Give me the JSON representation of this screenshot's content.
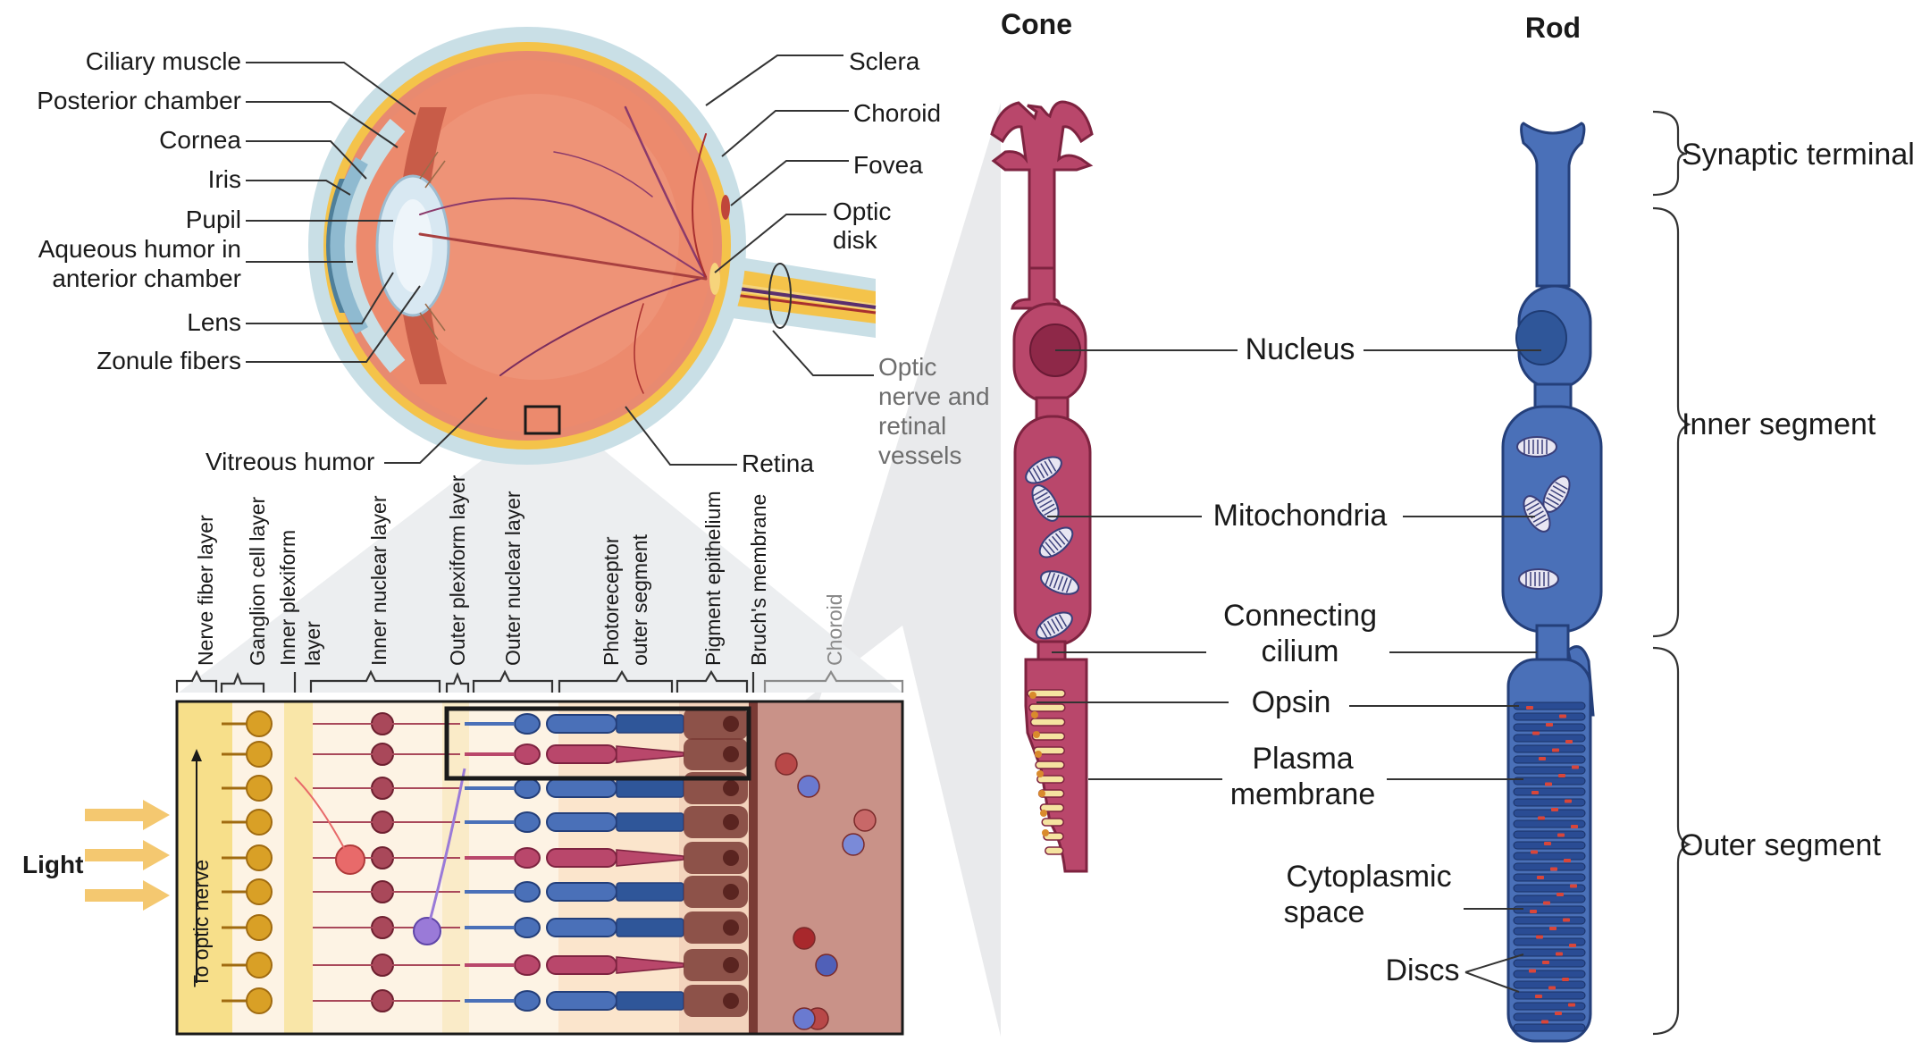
{
  "colors": {
    "cone": "#b9476b",
    "cone_dark": "#7e2340",
    "rod": "#4a70b8",
    "rod_dark": "#243f7a",
    "eye_red": "#e07a62",
    "sclera": "#c9dfe6",
    "choroid_yellow": "#f4c34a",
    "ganglion": "#d9a026",
    "pigment": "#7a3b35",
    "choroid_bg": "#c99288"
  },
  "eye": {
    "left_labels": {
      "ciliary_muscle": "Ciliary muscle",
      "posterior_chamber": "Posterior chamber",
      "cornea": "Cornea",
      "iris": "Iris",
      "pupil": "Pupil",
      "aqueous_1": "Aqueous humor in",
      "aqueous_2": "anterior chamber",
      "lens": "Lens",
      "zonule": "Zonule fibers"
    },
    "right_labels": {
      "sclera": "Sclera",
      "choroid": "Choroid",
      "fovea": "Fovea",
      "optic_disk_1": "Optic",
      "optic_disk_2": "disk",
      "optic_nerve_1": "Optic",
      "optic_nerve_2": "nerve and",
      "optic_nerve_3": "retinal",
      "optic_nerve_4": "vessels",
      "retina": "Retina"
    },
    "vitreous": "Vitreous humor"
  },
  "retina": {
    "layers": {
      "nerve_fiber": "Nerve fiber layer",
      "ganglion": "Ganglion cell layer",
      "inner_plexiform_1": "Inner plexiform",
      "inner_plexiform_2": "layer",
      "inner_nuclear": "Inner nuclear layer",
      "outer_plexiform": "Outer plexiform layer",
      "outer_nuclear": "Outer nuclear layer",
      "photoreceptor_1": "Photoreceptor",
      "photoreceptor_2": "outer segment",
      "pigment": "Pigment epithelium",
      "bruch": "Bruch's membrane",
      "choroid": "Choroid"
    },
    "light": "Light",
    "to_optic_nerve": "To optic nerve"
  },
  "cells": {
    "cone_title": "Cone",
    "rod_title": "Rod",
    "labels": {
      "nucleus": "Nucleus",
      "mitochondria": "Mitochondria",
      "connecting_1": "Connecting",
      "connecting_2": "cilium",
      "opsin": "Opsin",
      "plasma_1": "Plasma",
      "plasma_2": "membrane",
      "cyto_1": "Cytoplasmic",
      "cyto_2": "space",
      "discs": "Discs"
    },
    "regions": {
      "synaptic": "Synaptic terminal",
      "inner": "Inner segment",
      "outer": "Outer segment"
    }
  }
}
